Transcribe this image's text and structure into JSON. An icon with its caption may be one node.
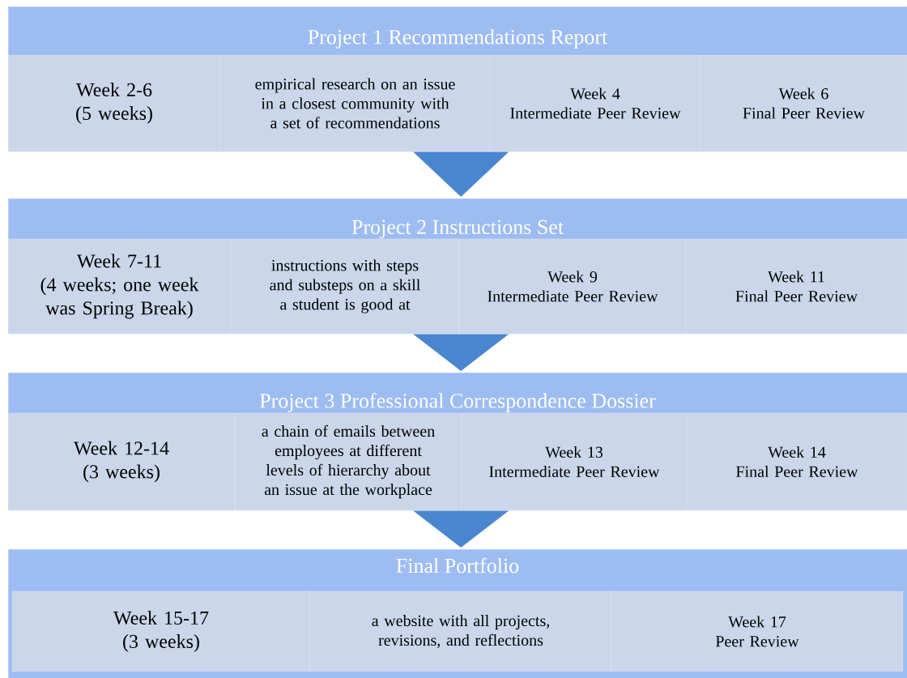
{
  "diagram": {
    "nodes": [
      {
        "text": [
          "Project 1 Recommendations Report"
        ]
      },
      {
        "text": [
          "Week 2-6",
          "(5 weeks)"
        ],
        "in": 0
      },
      {
        "text": [
          "empirical research on an issue in a closest community with a set of recommendations"
        ],
        "in": 0
      },
      {
        "text": [
          "Week 4",
          "Intermediate Peer Review"
        ],
        "in": 0
      },
      {
        "text": [
          "Week 6",
          "Final Peer Review"
        ],
        "in": 0
      },
      {
        "text": [
          "Project 2 Instructions Set"
        ]
      },
      {
        "text": [
          "Week 7-11",
          "(4 weeks; one week was Spring Break)"
        ],
        "in": 5
      },
      {
        "text": [
          "instructions with steps and substeps on a skill a student is good at"
        ],
        "in": 5
      },
      {
        "text": [
          "Week 9",
          "Intermediate Peer Review"
        ],
        "in": 5
      },
      {
        "text": [
          "Week 11",
          "Final Peer Review"
        ],
        "in": 5
      },
      {
        "text": [
          "Project 3 Professional Correspondence Dossier"
        ]
      },
      {
        "text": [
          "Week 12-14",
          "(3 weeks)"
        ],
        "in": 10
      },
      {
        "text": [
          "a chain of emails between employees at different levels of hierarchy about an issue at the workplace"
        ],
        "in": 10
      },
      {
        "text": [
          "Week 13",
          "Intermediate Peer Review"
        ],
        "in": 10
      },
      {
        "text": [
          "Week 14",
          "Final Peer Review"
        ],
        "in": 10
      },
      {
        "text": [
          "Final Portfolio"
        ]
      },
      {
        "text": [
          "Week  15-17",
          "(3 weeks)"
        ],
        "in": 15
      },
      {
        "text": [
          "a website with all projects, revisions, and reflections"
        ],
        "in": 15
      },
      {
        "text": [
          "Week 17",
          "Peer Review"
        ],
        "in": 15
      }
    ],
    "edges": [
      {
        "from": 0,
        "to": 5,
        "arrow": "to"
      },
      {
        "from": 5,
        "to": 10,
        "arrow": "to"
      },
      {
        "from": 10,
        "to": 15,
        "arrow": "to"
      }
    ]
  }
}
